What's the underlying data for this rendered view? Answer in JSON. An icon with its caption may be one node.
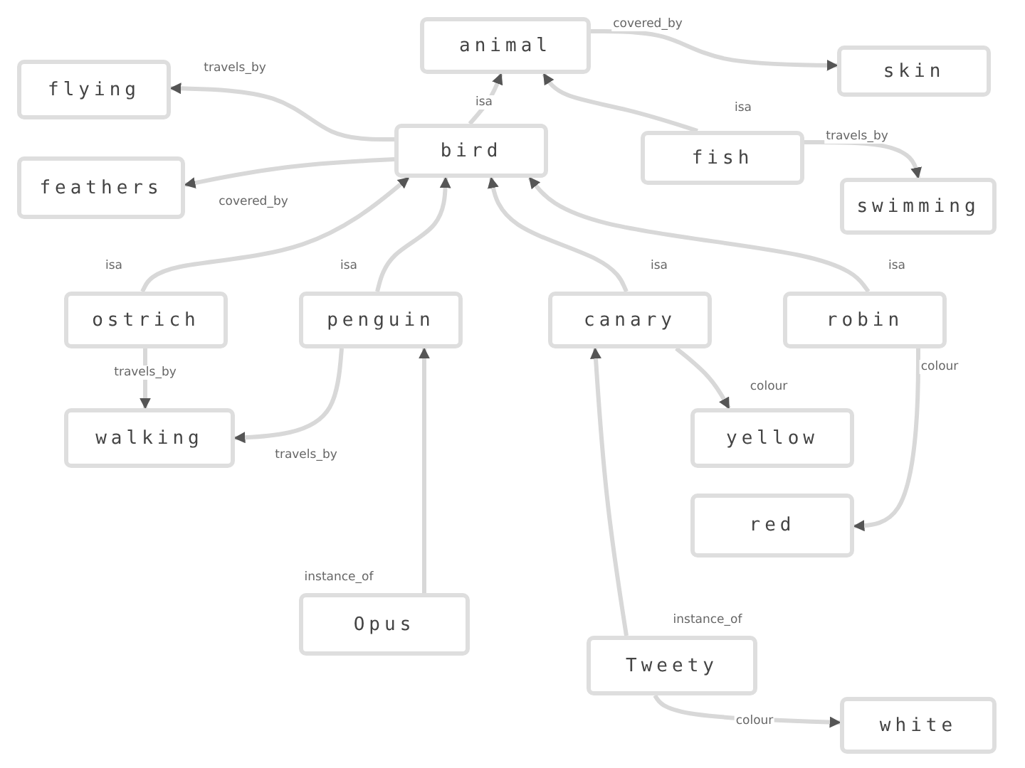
{
  "diagram": {
    "nodes": [
      {
        "text": [
          "animal"
        ]
      },
      {
        "text": [
          "skin"
        ]
      },
      {
        "text": [
          "flying"
        ]
      },
      {
        "text": [
          "bird"
        ]
      },
      {
        "text": [
          "fish"
        ]
      },
      {
        "text": [
          "feathers"
        ]
      },
      {
        "text": [
          "swimming"
        ]
      },
      {
        "text": [
          "ostrich"
        ]
      },
      {
        "text": [
          "penguin"
        ]
      },
      {
        "text": [
          "canary"
        ]
      },
      {
        "text": [
          "robin"
        ]
      },
      {
        "text": [
          "walking"
        ]
      },
      {
        "text": [
          "yellow"
        ]
      },
      {
        "text": [
          "red"
        ]
      },
      {
        "text": [
          "Opus"
        ]
      },
      {
        "text": [
          "Tweety"
        ]
      },
      {
        "text": [
          "white"
        ]
      }
    ],
    "edges": [
      {
        "from": 3,
        "to": 0,
        "arrow": "to",
        "label": "isa"
      },
      {
        "from": 0,
        "to": 1,
        "arrow": "to",
        "label": "covered_by"
      },
      {
        "from": 4,
        "to": 0,
        "arrow": "to",
        "label": "isa"
      },
      {
        "from": 3,
        "to": 2,
        "arrow": "to",
        "label": "travels_by"
      },
      {
        "from": 3,
        "to": 5,
        "arrow": "to",
        "label": "covered_by"
      },
      {
        "from": 4,
        "to": 6,
        "arrow": "to",
        "label": "travels_by"
      },
      {
        "from": 7,
        "to": 3,
        "arrow": "to",
        "label": "isa"
      },
      {
        "from": 8,
        "to": 3,
        "arrow": "to",
        "label": "isa"
      },
      {
        "from": 9,
        "to": 3,
        "arrow": "to",
        "label": "isa"
      },
      {
        "from": 10,
        "to": 3,
        "arrow": "to",
        "label": "isa"
      },
      {
        "from": 7,
        "to": 11,
        "arrow": "to",
        "label": "travels_by"
      },
      {
        "from": 8,
        "to": 11,
        "arrow": "to",
        "label": "travels_by"
      },
      {
        "from": 9,
        "to": 12,
        "arrow": "to",
        "label": "colour"
      },
      {
        "from": 10,
        "to": 13,
        "arrow": "to",
        "label": "colour"
      },
      {
        "from": 14,
        "to": 8,
        "arrow": "to",
        "label": "instance_of"
      },
      {
        "from": 15,
        "to": 9,
        "arrow": "to",
        "label": "instance_of"
      },
      {
        "from": 15,
        "to": 16,
        "arrow": "to",
        "label": "colour"
      }
    ]
  }
}
